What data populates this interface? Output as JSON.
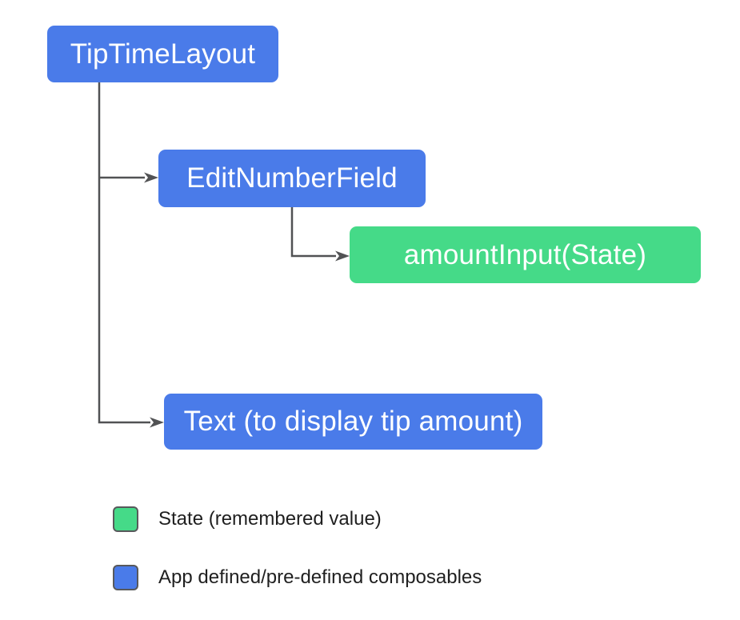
{
  "colors": {
    "composable_blue": "#4a7be9",
    "state_green": "#45da88",
    "connector_gray": "#515254",
    "node_text": "#ffffff",
    "legend_text": "#1f1f1f",
    "swatch_border": "#58595b",
    "background": "#ffffff"
  },
  "diagram": {
    "nodes": [
      {
        "label": "TipTimeLayout",
        "type": "composable"
      },
      {
        "label": "EditNumberField",
        "type": "composable"
      },
      {
        "label": "amountInput(State)",
        "type": "state"
      },
      {
        "label": "Text (to display tip amount)",
        "type": "composable"
      }
    ],
    "edges": [
      {
        "from": "TipTimeLayout",
        "to": "EditNumberField"
      },
      {
        "from": "EditNumberField",
        "to": "amountInput(State)"
      },
      {
        "from": "TipTimeLayout",
        "to": "Text (to display tip amount)"
      }
    ]
  },
  "legend": {
    "items": [
      {
        "label": "State (remembered value)",
        "swatch_color": "#45da88"
      },
      {
        "label": "App defined/pre-defined composables",
        "swatch_color": "#4a7be9"
      }
    ]
  }
}
